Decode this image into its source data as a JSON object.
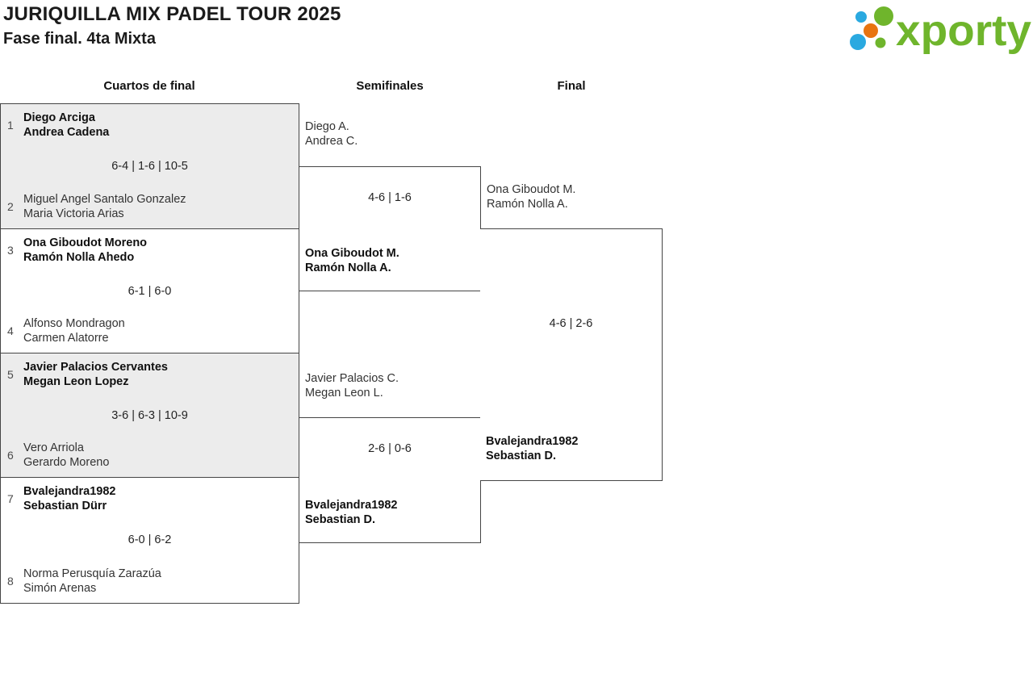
{
  "header": {
    "title": "JURIQUILLA MIX PADEL TOUR 2025",
    "subtitle": "Fase final. 4ta Mixta"
  },
  "logo": {
    "brand": "xporty",
    "colors": {
      "green": "#6fb52c",
      "blue": "#2aa9e0",
      "orange": "#e87410"
    }
  },
  "columns": {
    "quarterfinals": "Cuartos de final",
    "semifinals": "Semifinales",
    "final": "Final"
  },
  "quarterfinals": [
    {
      "seed_top": "1",
      "team_top": [
        "Diego Arciga",
        "Andrea Cadena"
      ],
      "score": "6-4 | 1-6 | 10-5",
      "seed_bottom": "2",
      "team_bottom": [
        "Miguel Angel Santalo Gonzalez",
        "Maria Victoria Arias"
      ],
      "winner": "top"
    },
    {
      "seed_top": "3",
      "team_top": [
        "Ona Giboudot Moreno",
        "Ramón Nolla Ahedo"
      ],
      "score": "6-1 | 6-0",
      "seed_bottom": "4",
      "team_bottom": [
        "Alfonso Mondragon",
        "Carmen Alatorre"
      ],
      "winner": "top"
    },
    {
      "seed_top": "5",
      "team_top": [
        "Javier Palacios Cervantes",
        "Megan Leon Lopez"
      ],
      "score": "3-6 | 6-3 | 10-9",
      "seed_bottom": "6",
      "team_bottom": [
        "Vero Arriola",
        "Gerardo Moreno"
      ],
      "winner": "top"
    },
    {
      "seed_top": "7",
      "team_top": [
        "Bvalejandra1982",
        "Sebastian Dürr"
      ],
      "score": "6-0 | 6-2",
      "seed_bottom": "8",
      "team_bottom": [
        "Norma Perusquía Zarazúa",
        "Simón Arenas"
      ],
      "winner": "top"
    }
  ],
  "semifinals": [
    {
      "team_top": [
        "Diego A.",
        "Andrea C."
      ],
      "score": "4-6 | 1-6",
      "winner": [
        "Ona Giboudot M.",
        "Ramón Nolla A."
      ]
    },
    {
      "team_top": [
        "Javier Palacios C.",
        "Megan Leon L."
      ],
      "score": "2-6 | 0-6",
      "winner": [
        "Bvalejandra1982",
        "Sebastian D."
      ]
    }
  ],
  "final": {
    "team_top": [
      "Ona Giboudot M.",
      "Ramón Nolla A."
    ],
    "score": "4-6 | 2-6",
    "winner": [
      "Bvalejandra1982",
      "Sebastian D."
    ]
  },
  "style_colors": {
    "shaded_box": "#ececec",
    "border": "#454545",
    "winner_text": "#101010",
    "regular_text": "#333333"
  }
}
